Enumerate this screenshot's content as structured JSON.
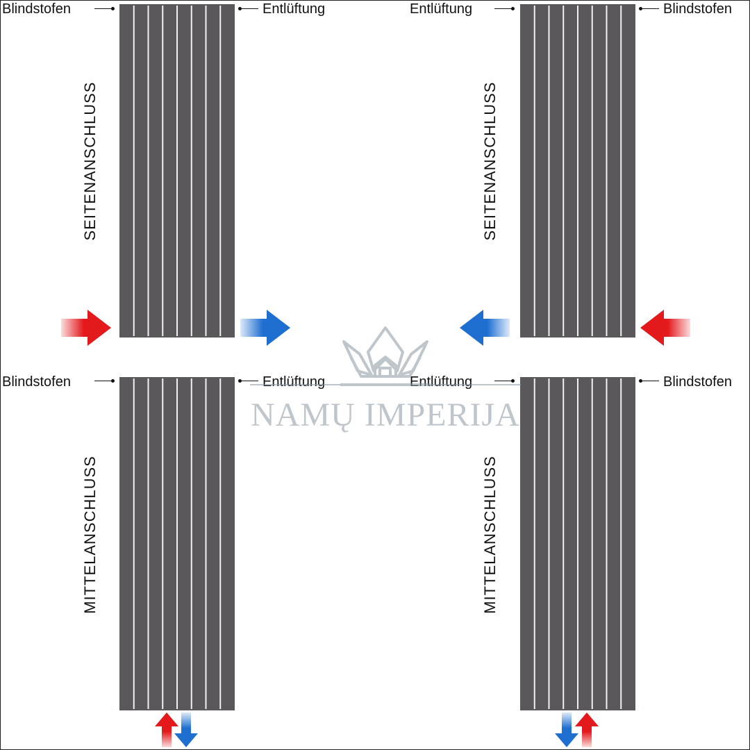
{
  "labels": {
    "blind_plug": "Blindstofen",
    "vent": "Entlüftung",
    "side_connection": "SEITENANSCHLUSS",
    "middle_connection": "MITTELANSCHLUSS"
  },
  "watermark": {
    "text": "NAMŲ IMPERIJA"
  },
  "colors": {
    "radiator": "#5a585b",
    "radiator_gap": "#f2f2f2",
    "hot_arrow": "#e3191c",
    "cold_arrow": "#1f6fd1",
    "watermark": "#8a98a3"
  },
  "radiators": [
    {
      "id": "top-left",
      "connection": "side",
      "columns": 8,
      "flow": "supply from left, return to right"
    },
    {
      "id": "top-right",
      "connection": "side",
      "columns": 8,
      "flow": "supply from right, return to left"
    },
    {
      "id": "bottom-left",
      "connection": "middle",
      "columns": 8,
      "flow": "supply and return at bottom centre"
    },
    {
      "id": "bottom-right",
      "connection": "middle",
      "columns": 8,
      "flow": "supply and return at bottom centre"
    }
  ]
}
